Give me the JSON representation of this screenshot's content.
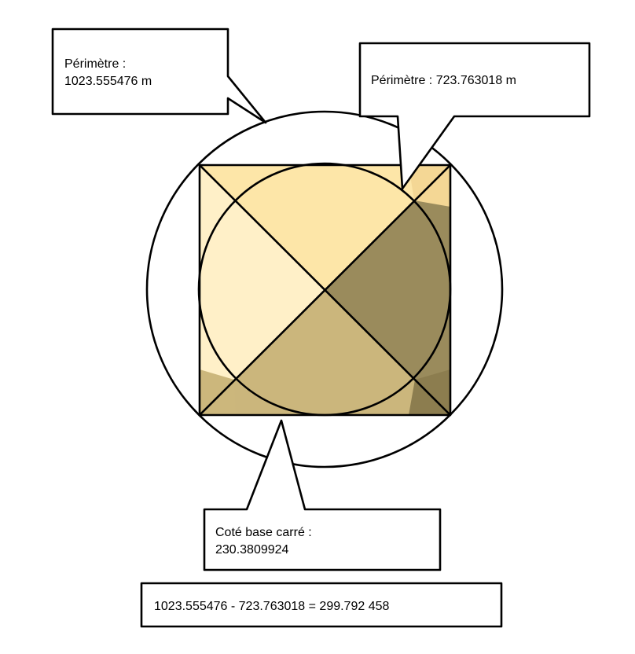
{
  "callouts": {
    "outer_perimeter": {
      "line1": "Périmètre :",
      "line2": "1023.555476 m"
    },
    "inner_perimeter": {
      "text": "Périmètre  : 723.763018 m"
    },
    "square_side": {
      "line1": "Coté base carré :",
      "line2": "230.3809924"
    },
    "equation": {
      "text": "1023.555476 - 723.763018 = 299.792 458"
    }
  },
  "colors": {
    "stroke": "#000000",
    "background": "#ffffff",
    "left_triangle": "#fff0c8",
    "top_triangle": "#fde6a8",
    "bottom_triangle": "#cbb67c",
    "right_triangle": "#9a8b5c",
    "top_right_corner": "#f4d795",
    "bottom_left_corner": "#ccb77c",
    "bottom_right_corner": "#8c7d4f"
  }
}
